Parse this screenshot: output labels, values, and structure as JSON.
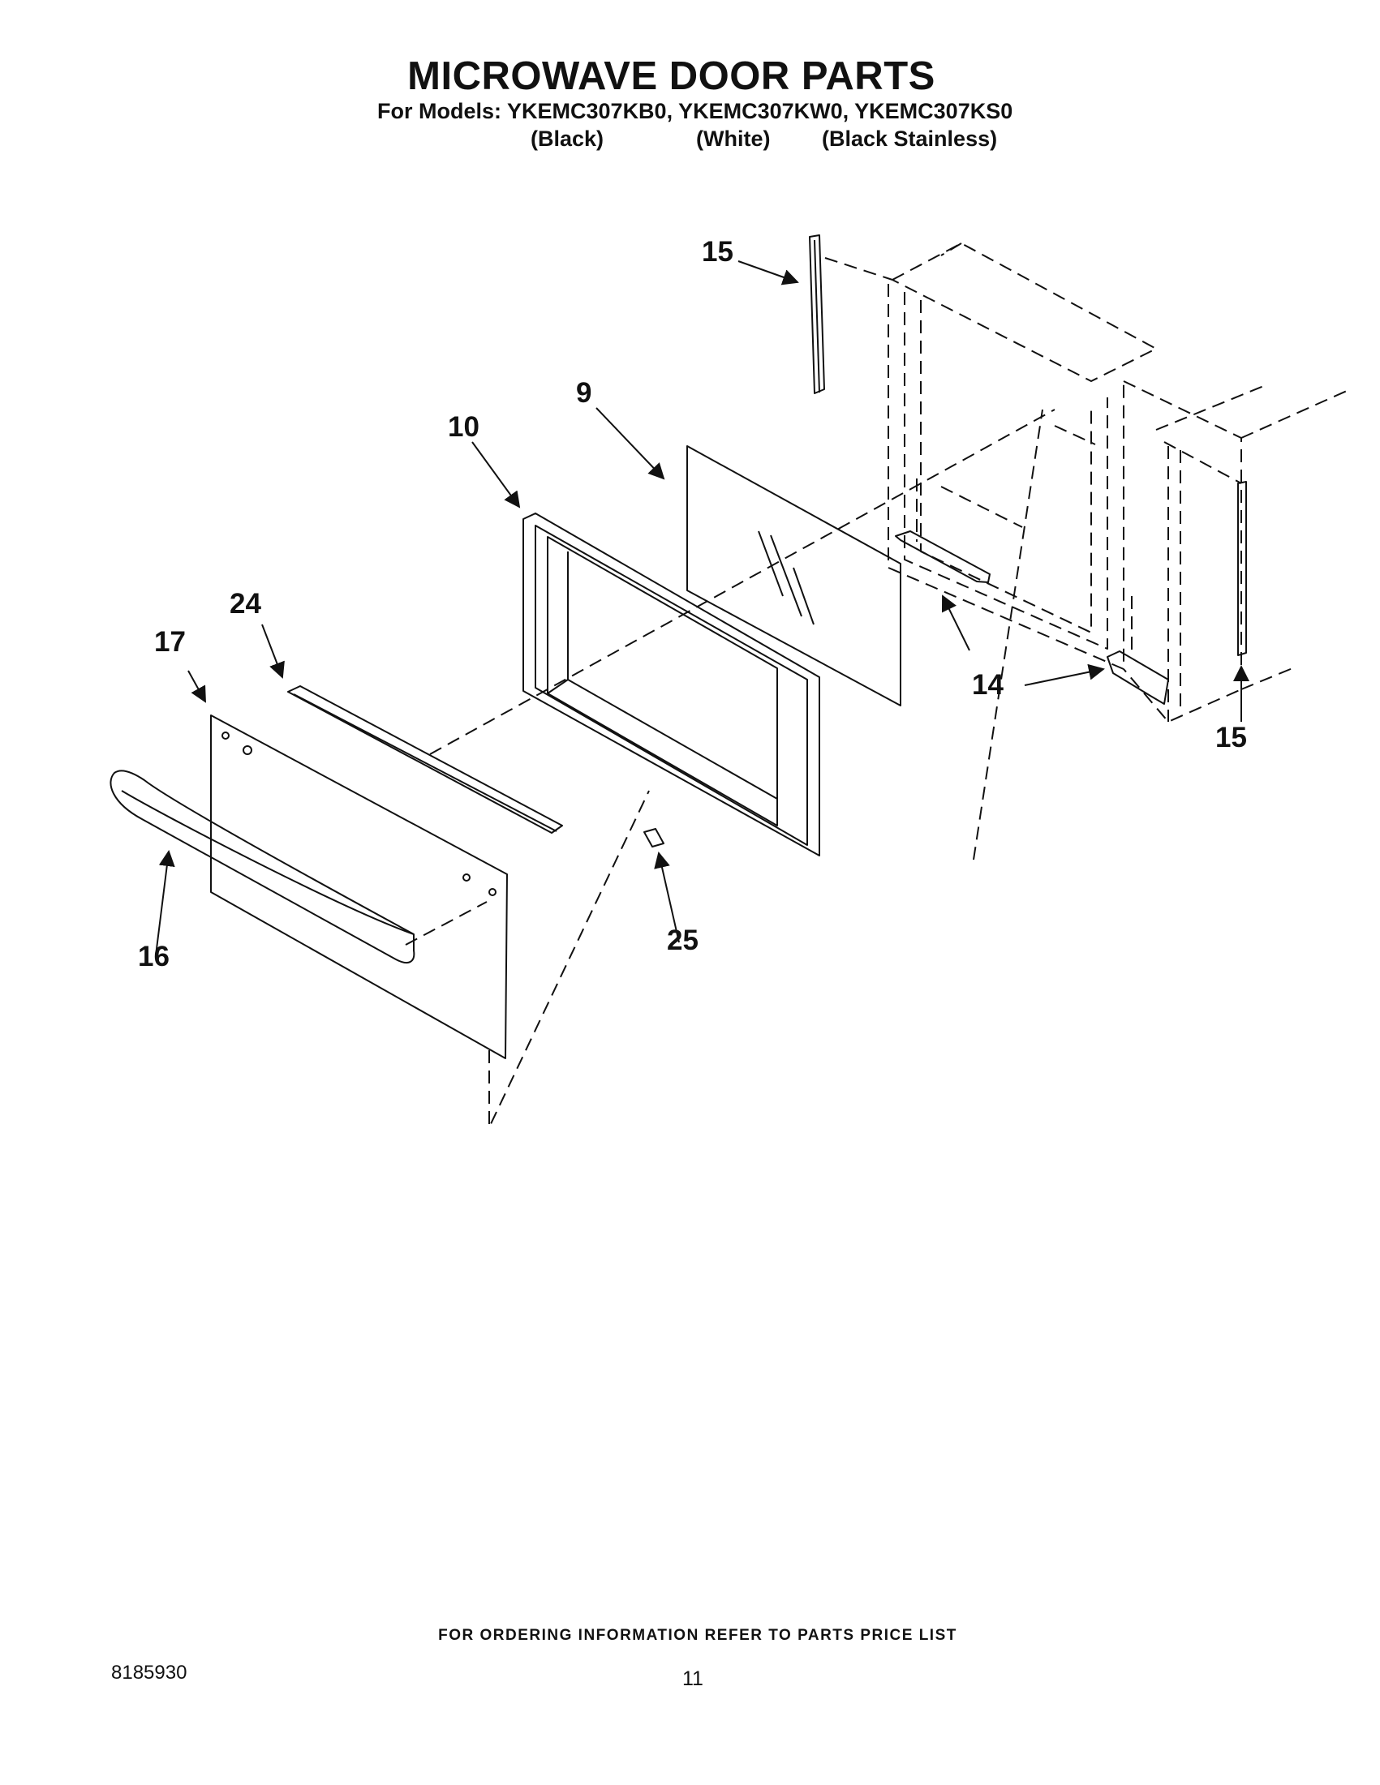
{
  "header": {
    "title": "MICROWAVE DOOR PARTS",
    "models_line": "For Models: YKEMC307KB0, YKEMC307KW0, YKEMC307KS0",
    "variants": [
      "(Black)",
      "(White)",
      "(Black Stainless)"
    ]
  },
  "diagram": {
    "callouts": {
      "c15_top": "15",
      "c9": "9",
      "c10": "10",
      "c24": "24",
      "c17": "17",
      "c14": "14",
      "c15_right": "15",
      "c16": "16",
      "c25": "25"
    }
  },
  "footer": {
    "ordering_note": "FOR ORDERING INFORMATION REFER TO PARTS PRICE LIST",
    "doc_number": "8185930",
    "page_number": "11"
  }
}
